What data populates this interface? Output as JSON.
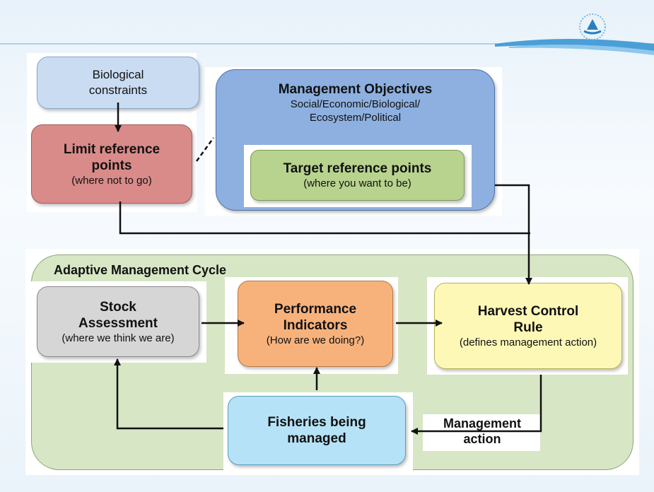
{
  "colors": {
    "bio": "#c9dcf2",
    "limit": "#d98b89",
    "mgmt": "#8db0e0",
    "target": "#b7d38e",
    "cycle": "#d7e6c4",
    "stock": "#d6d6d6",
    "perf": "#f7b27c",
    "hcr": "#fdf8b6",
    "fish": "#b5e2f6"
  },
  "logo": {
    "icon": "boat-logo-icon"
  },
  "bio_constraints": {
    "line1": "Biological",
    "line2": "constraints"
  },
  "limit_ref": {
    "line1": "Limit reference",
    "line2": "points",
    "sub": "(where not to go)"
  },
  "mgmt_obj": {
    "title": "Management Objectives",
    "line1": "Social/Economic/Biological/",
    "line2": "Ecosystem/Political"
  },
  "target_ref": {
    "title": "Target reference points",
    "sub": "(where you want to be)"
  },
  "cycle": {
    "title": "Adaptive Management Cycle"
  },
  "stock": {
    "line1": "Stock",
    "line2": "Assessment",
    "sub": "(where we think we are)"
  },
  "perf": {
    "line1": "Performance",
    "line2": "Indicators",
    "sub": "(How are we doing?)"
  },
  "hcr": {
    "line1": "Harvest Control",
    "line2": "Rule",
    "sub": "(defines management action)"
  },
  "fish": {
    "line1": "Fisheries being",
    "line2": "managed"
  },
  "mgmt_action": {
    "line1": "Management",
    "line2": "action"
  }
}
